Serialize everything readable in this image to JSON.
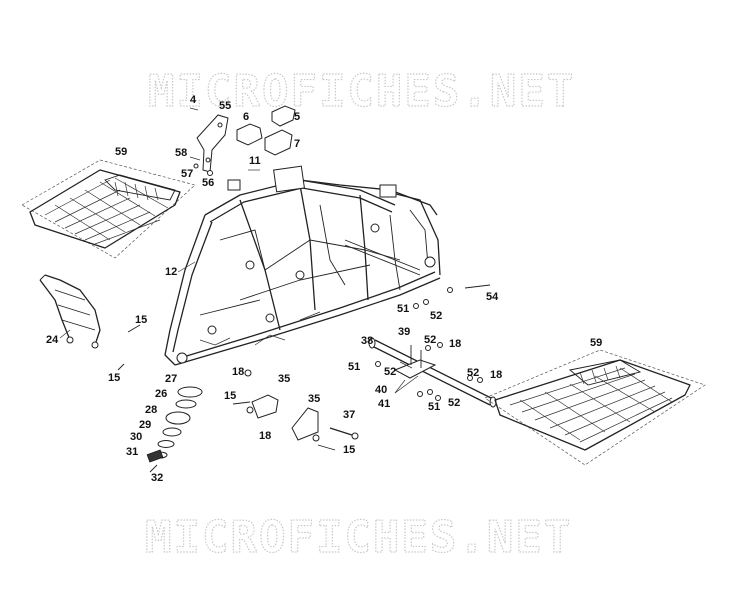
{
  "watermarks": [
    "MICROFICHES.NET",
    "MICROFICHES.NET"
  ],
  "callouts": [
    "4",
    "55",
    "6",
    "5",
    "7",
    "58",
    "57",
    "56",
    "11",
    "59",
    "12",
    "24",
    "15",
    "15",
    "27",
    "26",
    "28",
    "29",
    "30",
    "31",
    "32",
    "18",
    "35",
    "15",
    "18",
    "35",
    "37",
    "15",
    "38",
    "39",
    "52",
    "18",
    "51",
    "52",
    "40",
    "41",
    "51",
    "52",
    "52",
    "18",
    "51",
    "52",
    "54",
    "59"
  ],
  "colors": {
    "linework": "#222222",
    "watermark": "#c9c9c9",
    "background": "#ffffff"
  }
}
